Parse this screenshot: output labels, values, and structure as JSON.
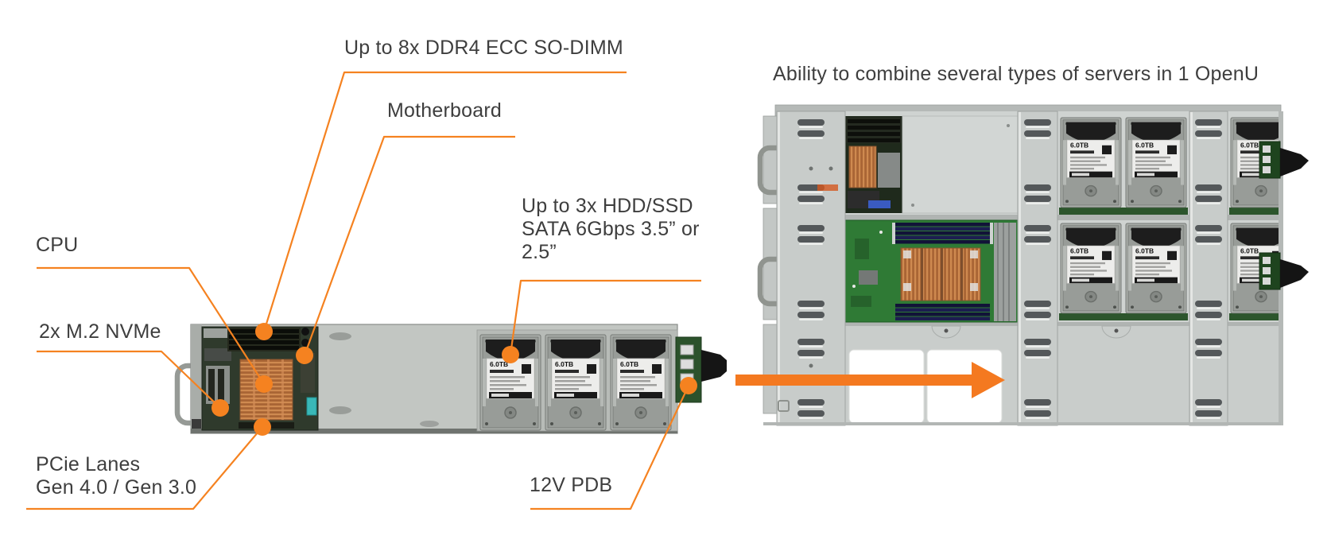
{
  "colors": {
    "accent_orange": "#F58220",
    "arrow_orange": "#F47920",
    "text_dark": "#3E3E3E"
  },
  "callouts": {
    "ddr4": {
      "label": "Up to 8x DDR4 ECC SO-DIMM"
    },
    "motherboard": {
      "label": "Motherboard"
    },
    "cpu": {
      "label": "CPU"
    },
    "m2_nvme": {
      "label": "2x M.2 NVMe"
    },
    "pcie": {
      "line1": "PCie Lanes",
      "line2": "Gen 4.0 / Gen 3.0"
    },
    "hdd": {
      "label": "Up to 3x HDD/SSD SATA 6Gbps 3.5” or 2.5”"
    },
    "pdb": {
      "label": "12V PDB"
    }
  },
  "right_panel": {
    "title": "Ability to combine several types of servers in 1 OpenU"
  },
  "drives": {
    "capacity": "6.0TB"
  }
}
